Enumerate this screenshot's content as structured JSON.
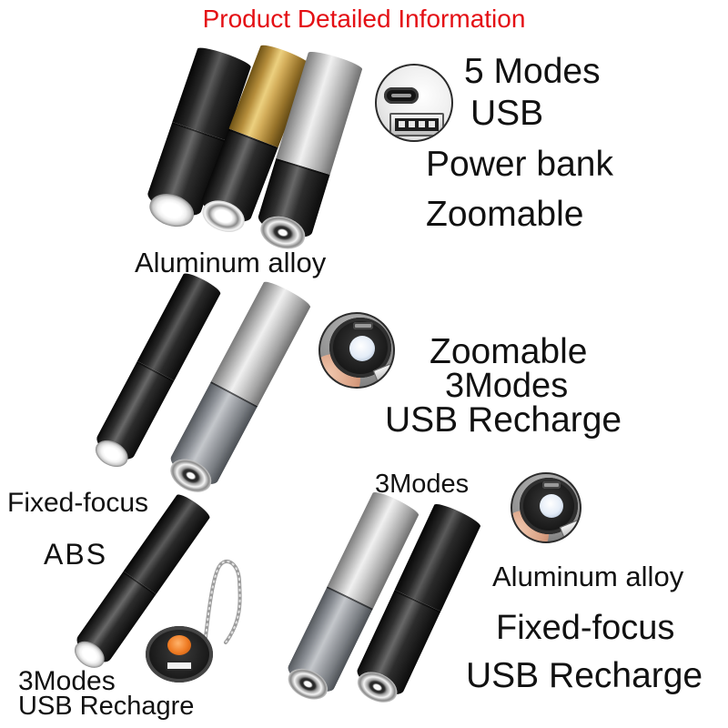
{
  "title": "Product Detailed Information",
  "colors": {
    "title": "#e40f14"
  },
  "section1": {
    "features": [
      "5 Modes",
      "USB",
      "Power bank",
      "Zoomable"
    ],
    "material": "Aluminum alloy"
  },
  "section2": {
    "features": [
      "Zoomable",
      "3Modes",
      "USB Recharge"
    ]
  },
  "section3_left": {
    "focus": "Fixed-focus",
    "material": "ABS",
    "features": [
      "3Modes",
      "USB Rechagre"
    ]
  },
  "section3_right": {
    "modes": "3Modes",
    "material": "Aluminum alloy",
    "focus": "Fixed-focus",
    "charging": "USB Recharge"
  }
}
